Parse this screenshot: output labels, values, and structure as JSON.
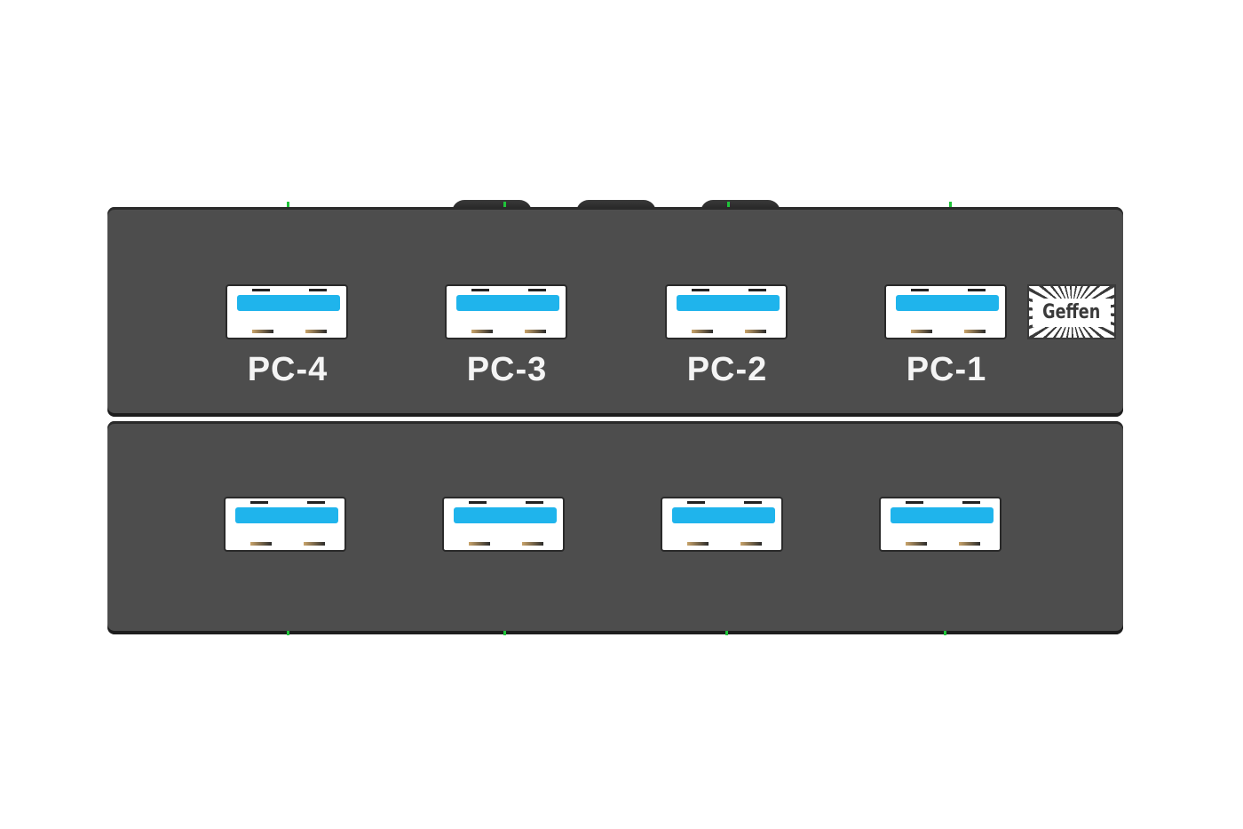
{
  "device": {
    "brand": "Geffen",
    "colors": {
      "chassis": "#4d4d4d",
      "port_tongue": "#1fb4ec",
      "port_body": "#ffffff",
      "label_text": "#f4f4f4",
      "indicator_pin": "#1fc43a"
    },
    "top_panel": {
      "ports": [
        {
          "label": "PC-4"
        },
        {
          "label": "PC-3"
        },
        {
          "label": "PC-2"
        },
        {
          "label": "PC-1"
        }
      ]
    },
    "bottom_panel": {
      "ports": [
        {
          "label": ""
        },
        {
          "label": ""
        },
        {
          "label": ""
        },
        {
          "label": ""
        }
      ]
    }
  }
}
